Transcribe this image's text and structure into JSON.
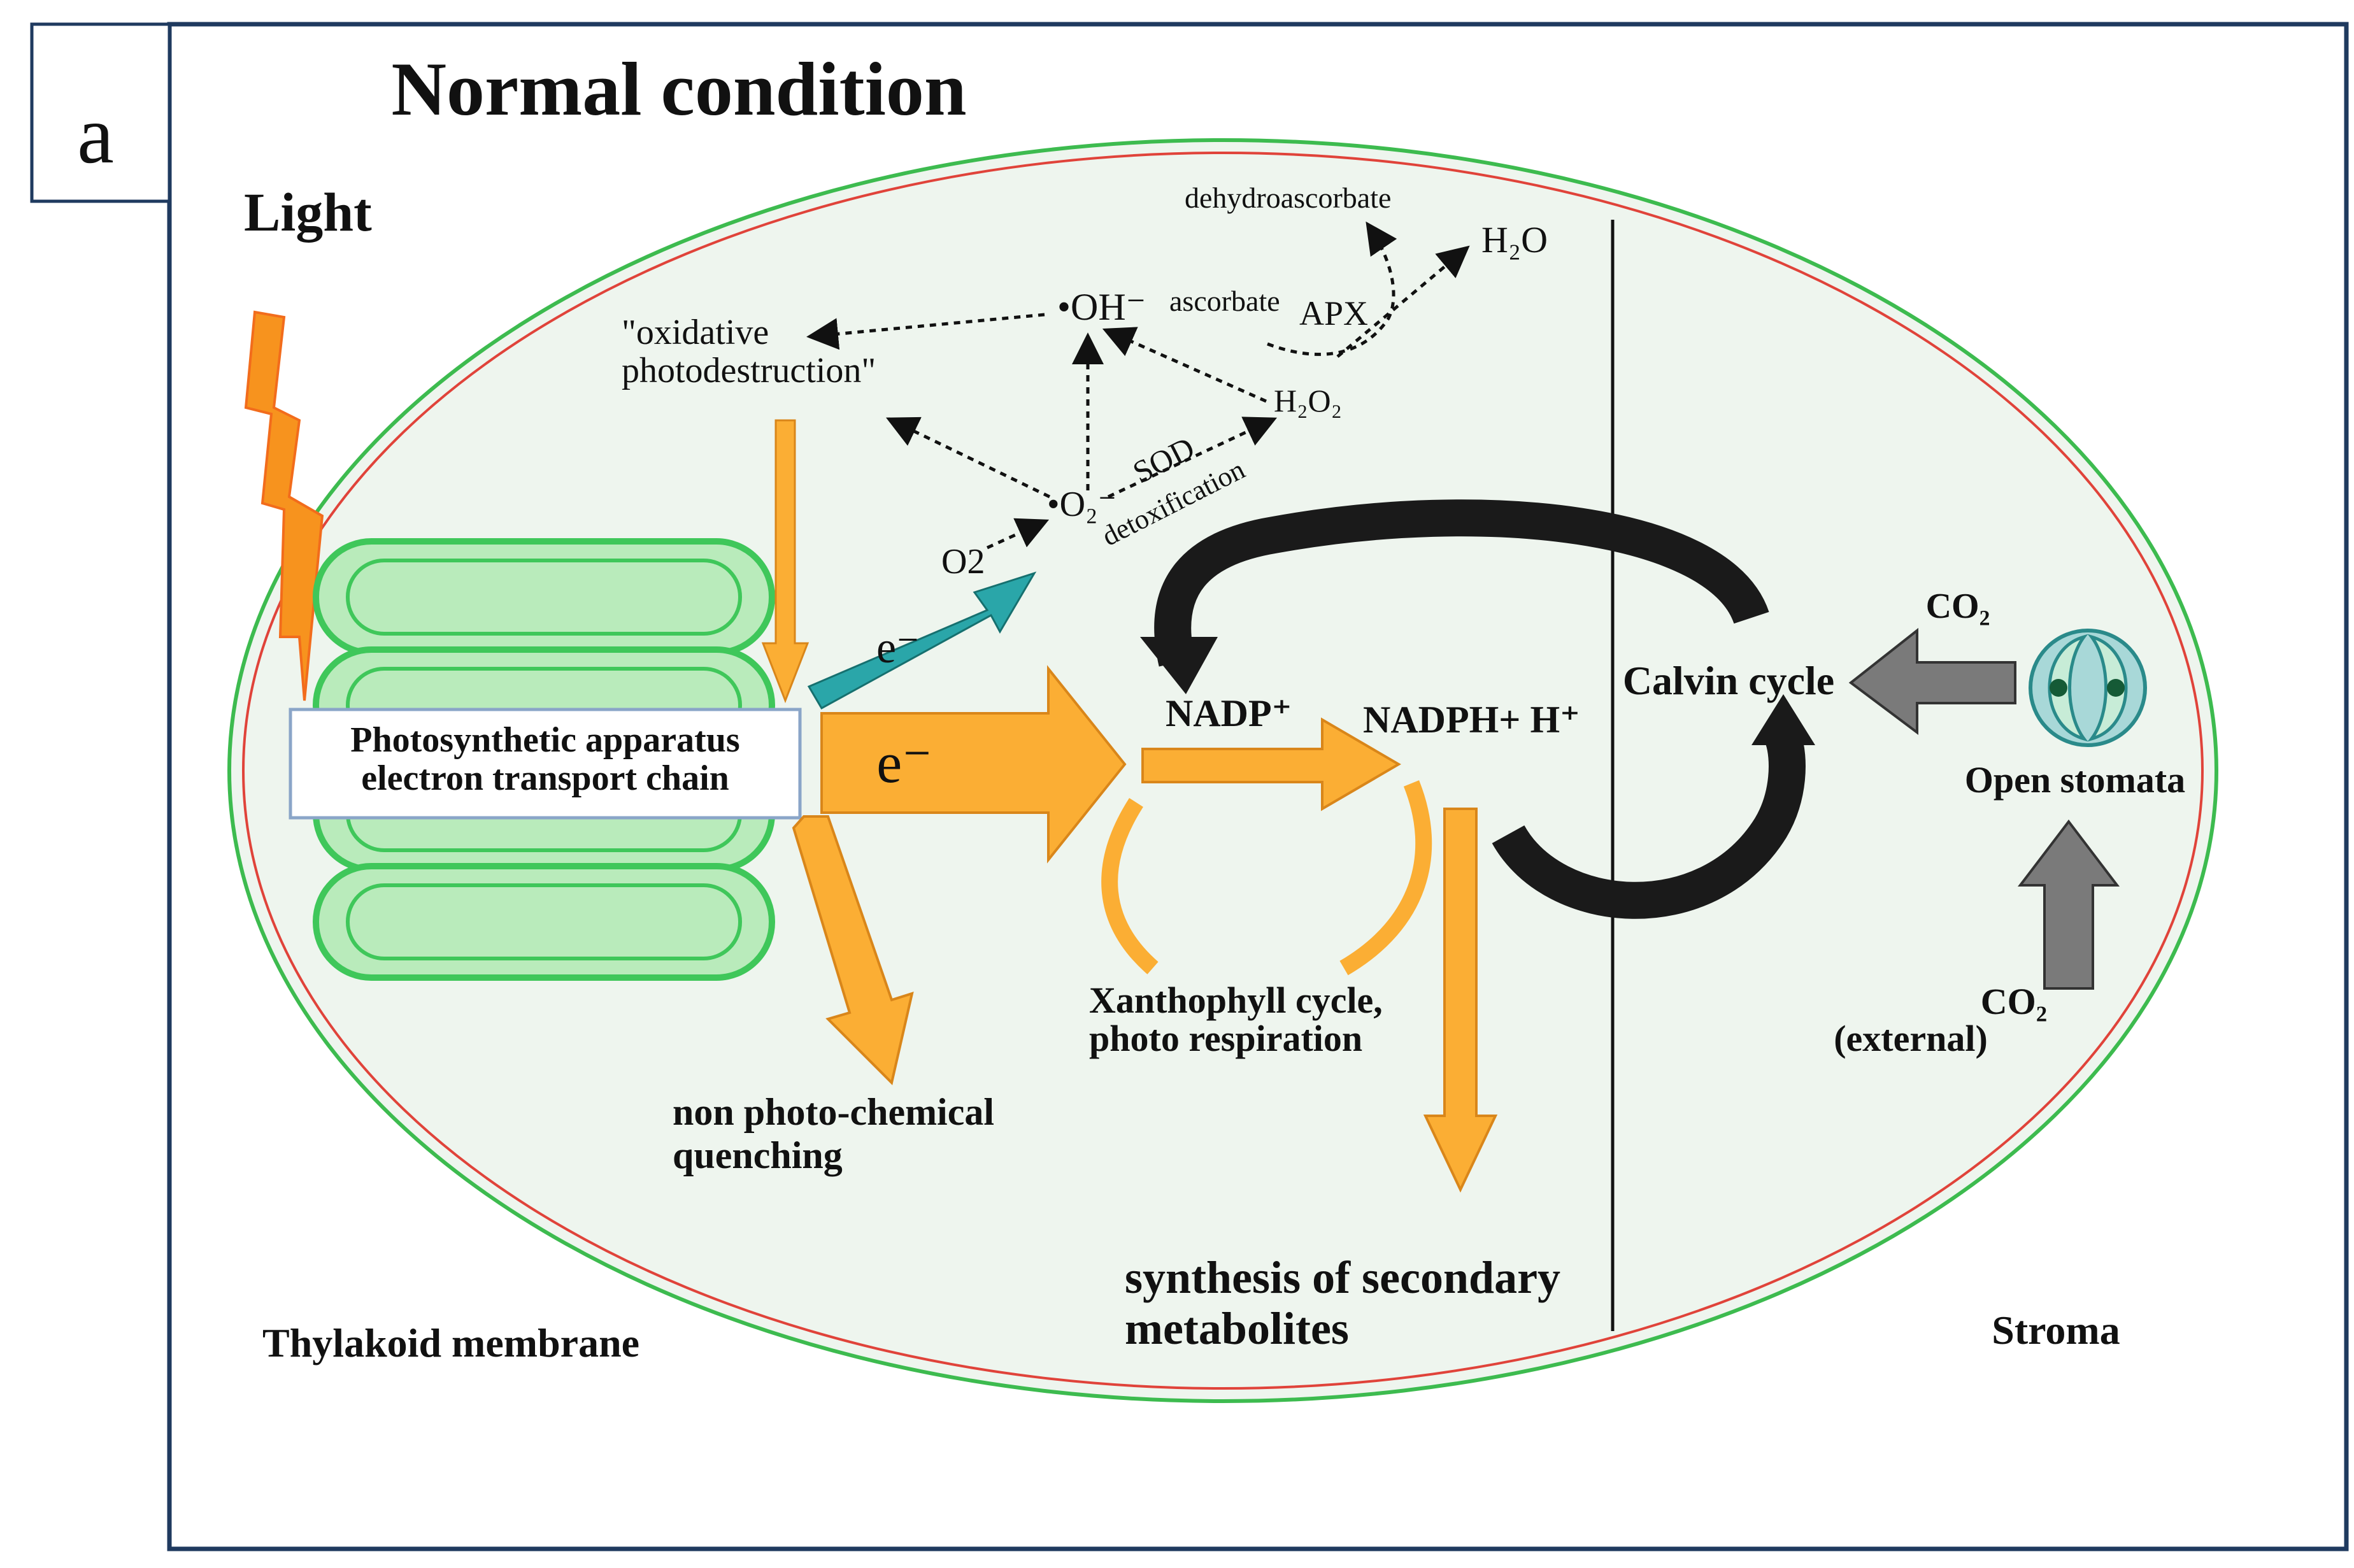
{
  "panel_label": "a",
  "title": "Normal condition",
  "light_label": "Light",
  "apparatus": {
    "line1": "Photosynthetic apparatus",
    "line2": "electron transport chain"
  },
  "ros": {
    "oxidative_line1": "\"oxidative",
    "oxidative_line2": "photodestruction\"",
    "oh": "•OH⁻",
    "ascorbate": "ascorbate",
    "apx": "APX",
    "dehydroascorbate": "dehydroascorbate",
    "h2o": "H₂O",
    "h2o2": "H₂O₂",
    "sod": "SOD",
    "detox": "detoxification",
    "superoxide": "•O₂⁻",
    "o2": "O2",
    "e_small": "e⁻"
  },
  "e_large": "e⁻",
  "nadp": "NADP⁺",
  "nadph": "NADPH+ H⁺",
  "calvin": "Calvin cycle",
  "co2_top": "CO₂",
  "open_stomata": "Open stomata",
  "co2_external": {
    "line1": "CO₂",
    "line2": "(external)"
  },
  "npq": {
    "line1": "non photo-chemical",
    "line2": "quenching"
  },
  "xanthophyll": {
    "line1": "Xanthophyll cycle,",
    "line2": "photo respiration"
  },
  "secondary": {
    "line1": "synthesis of secondary",
    "line2": "metabolites"
  },
  "thylakoid_membrane": "Thylakoid membrane",
  "stroma": "Stroma",
  "colors": {
    "frame": "#1f3a5f",
    "orange": "#fbae34",
    "teal": "#2aa6a9",
    "dark_arrow": "#222222",
    "grey_arrow": "#7a7a7a",
    "red_text": "#d63b32",
    "chloroplast_fill": "#eef5ee",
    "thylakoid_fill": "#b9ebbb",
    "thylakoid_stroke": "#3fc75a"
  }
}
